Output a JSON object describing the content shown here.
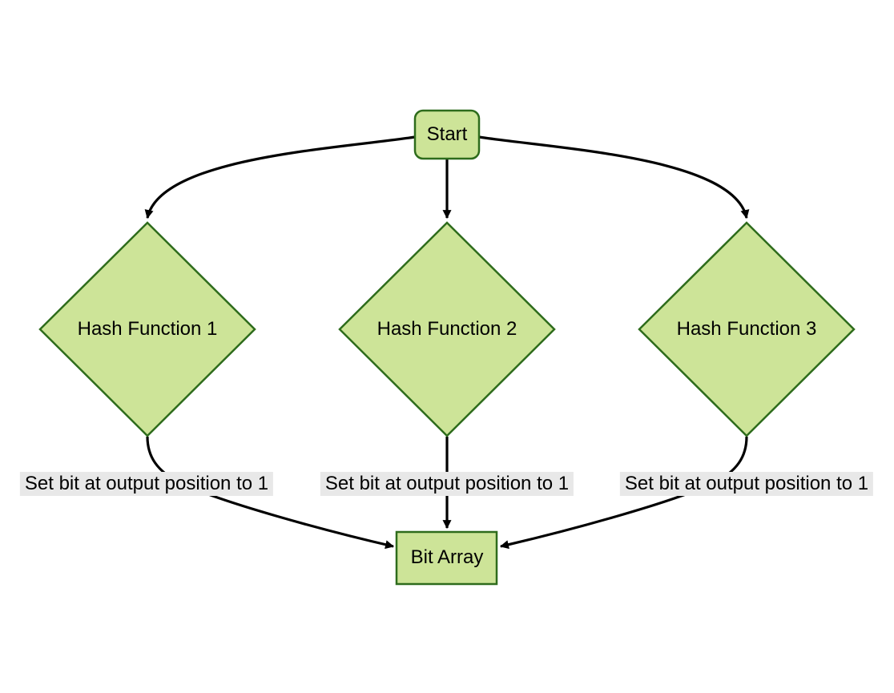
{
  "diagram": {
    "type": "flowchart",
    "nodes": [
      {
        "id": "start",
        "shape": "rounded-rect",
        "label": "Start"
      },
      {
        "id": "hash1",
        "shape": "diamond",
        "label": "Hash Function 1"
      },
      {
        "id": "hash2",
        "shape": "diamond",
        "label": "Hash Function 2"
      },
      {
        "id": "hash3",
        "shape": "diamond",
        "label": "Hash Function 3"
      },
      {
        "id": "bit_array",
        "shape": "rect",
        "label": "Bit Array"
      }
    ],
    "edges": [
      {
        "from": "start",
        "to": "hash1"
      },
      {
        "from": "start",
        "to": "hash2"
      },
      {
        "from": "start",
        "to": "hash3"
      },
      {
        "from": "hash1",
        "to": "bit_array",
        "label": "Set bit at output position to 1"
      },
      {
        "from": "hash2",
        "to": "bit_array",
        "label": "Set bit at output position to 1"
      },
      {
        "from": "hash3",
        "to": "bit_array",
        "label": "Set bit at output position to 1"
      }
    ],
    "colors": {
      "background": "#ffffff",
      "node_fill": "#cde498",
      "node_border": "#2e6c1c",
      "edge": "#000000",
      "edge_label_bg": "#e8e8e8",
      "text": "#000000"
    }
  }
}
